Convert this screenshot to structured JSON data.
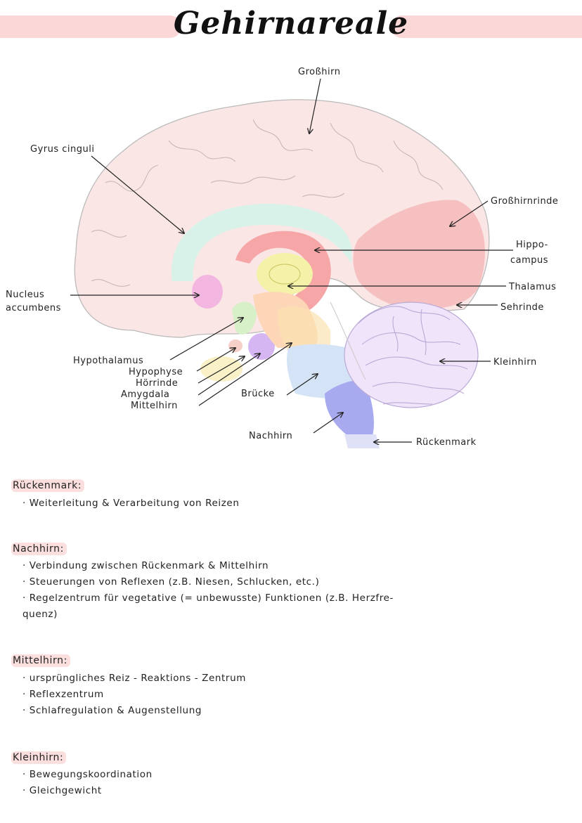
{
  "title": "Gehirnareale",
  "labels": {
    "grosshirn": "Großhirn",
    "gyrus": "Gyrus cinguli",
    "grosshirnrinde": "Großhirnrinde",
    "hippo1": "Hippo-",
    "hippo2": "campus",
    "thalamus": "Thalamus",
    "sehrinde": "Sehrinde",
    "nucleus1": "Nucleus",
    "nucleus2": "accumbens",
    "kleinhirn": "Kleinhirn",
    "hypothalamus": "Hypothalamus",
    "hypophyse": "Hypophyse",
    "hoerrinde": "Hörrinde",
    "amygdala": "Amygdala",
    "mittelhirn": "Mittelhirn",
    "bruecke": "Brücke",
    "nachhirn": "Nachhirn",
    "rueckenmark": "Rückenmark"
  },
  "colors": {
    "cortex": "#fbe6e6",
    "gyrus": "#d8f2ea",
    "hippocampus": "#f6a6a6",
    "thalamus": "#f4f2a8",
    "nucleus": "#f3b6e0",
    "amygdala": "#d6b6f2",
    "mittelhirn": "#fcd6b6",
    "bruecke": "#d4e4f6",
    "nachhirn": "#a8aaf0",
    "kleinhirn": "#efe4fa",
    "occipital": "#f5b8b8"
  },
  "sections": [
    {
      "heading": "Rückenmark:",
      "items": [
        "· Weiterleitung & Verarbeitung von Reizen"
      ]
    },
    {
      "heading": "Nachhirn:",
      "items": [
        "· Verbindung zwischen Rückenmark & Mittelhirn",
        "· Steuerungen von Reflexen (z.B. Niesen, Schlucken, etc.)",
        "· Regelzentrum für vegetative (= unbewusste) Funktionen (z.B. Herzfre-",
        "  quenz)"
      ]
    },
    {
      "heading": "Mittelhirn:",
      "items": [
        "· ursprüngliches Reiz - Reaktions - Zentrum",
        "· Reflexzentrum",
        "· Schlafregulation & Augenstellung"
      ]
    },
    {
      "heading": "Kleinhirn:",
      "items": [
        "· Bewegungskoordination",
        "· Gleichgewicht"
      ]
    }
  ]
}
